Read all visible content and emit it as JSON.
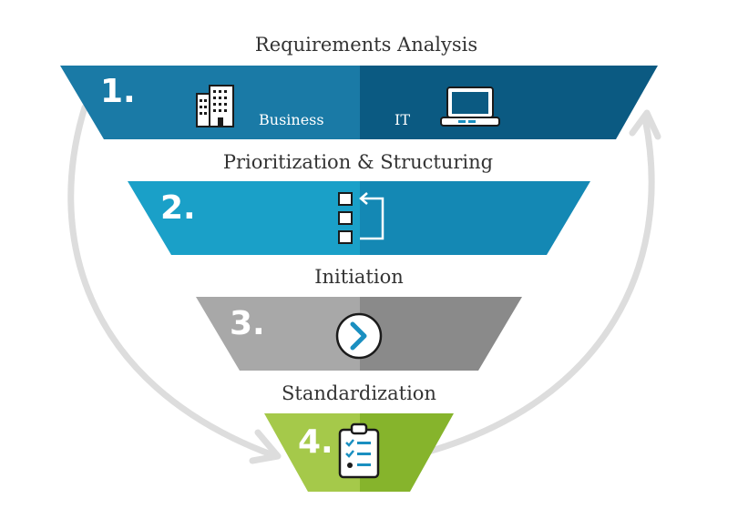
{
  "stages": [
    {
      "number": "1.",
      "title": "Requirements Analysis",
      "left_label": "Business",
      "right_label": "IT"
    },
    {
      "number": "2.",
      "title": "Prioritization & Structuring"
    },
    {
      "number": "3.",
      "title": "Initiation"
    },
    {
      "number": "4.",
      "title": "Standardization"
    }
  ],
  "icons": [
    "office-building-icon",
    "laptop-icon",
    "reorder-list-icon",
    "forward-arrow-circle-icon",
    "clipboard-checklist-icon"
  ],
  "colors": {
    "stage1_left": "#1a7aa6",
    "stage1_right": "#0b5a82",
    "stage2_left": "#1aa0c8",
    "stage2_right": "#1488b4",
    "stage3_left": "#a8a8a8",
    "stage3_right": "#8a8a8a",
    "stage4_left": "#a5c94a",
    "stage4_right": "#86b42c",
    "cycle_arrow": "#dddddd",
    "accent": "#1a8fc0"
  }
}
